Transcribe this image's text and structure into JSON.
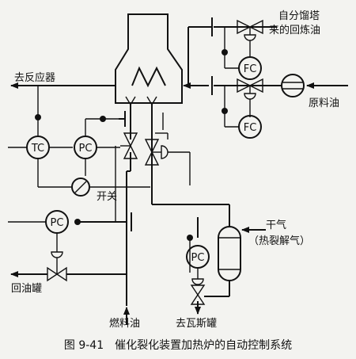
{
  "labels": {
    "reflux_line1": "自分馏塔",
    "reflux_line2": "来的回炼油",
    "to_reactor": "去反应器",
    "feed_oil": "原料油",
    "switch": "开关",
    "dry_gas": "干气",
    "cracked_gas": "（热裂解气）",
    "return_tank": "回油罐",
    "fuel_oil": "燃料油",
    "gas_tank": "去瓦斯罐"
  },
  "instruments": {
    "fc_reflux": "FC",
    "fc_feed": "FC",
    "tc": "TC",
    "pc_top": "PC",
    "pc_left": "PC",
    "pc_gas": "PC"
  },
  "caption": "图 9-41　催化裂化装置加热炉的自动控制系统"
}
